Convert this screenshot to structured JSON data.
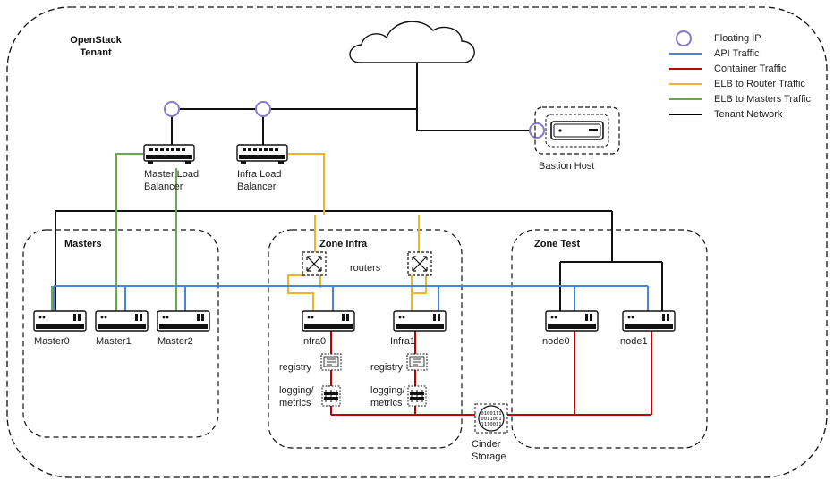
{
  "colors": {
    "api": "#4a86d8",
    "container": "#c00000",
    "elb_router": "#f0b429",
    "elb_masters": "#6aa84f",
    "tenant": "#000000",
    "floating_ip": "#8878c8"
  },
  "tenant": {
    "title_line1": "OpenStack",
    "title_line2": "Tenant"
  },
  "legend": {
    "items": [
      {
        "label": "Floating IP",
        "kind": "circle"
      },
      {
        "label": "API Traffic",
        "kind": "api"
      },
      {
        "label": "Container Traffic",
        "kind": "container"
      },
      {
        "label": "ELB to Router Traffic",
        "kind": "elb_router"
      },
      {
        "label": "ELB to Masters Traffic",
        "kind": "elb_masters"
      },
      {
        "label": "Tenant Network",
        "kind": "tenant"
      }
    ]
  },
  "load_balancers": {
    "master": {
      "line1": "Master Load",
      "line2": "Balancer"
    },
    "infra": {
      "line1": "Infra Load",
      "line2": "Balancer"
    }
  },
  "bastion": {
    "label": "Bastion Host"
  },
  "zones": {
    "masters": {
      "title": "Masters",
      "nodes": [
        "Master0",
        "Master1",
        "Master2"
      ]
    },
    "infra": {
      "title": "Zone Infra",
      "routers_label": "routers",
      "nodes": [
        "Infra0",
        "Infra1"
      ],
      "registry_label": "registry",
      "logging_line1": "logging/",
      "logging_line2": "metrics"
    },
    "test": {
      "title": "Zone Test",
      "nodes": [
        "node0",
        "node1"
      ]
    }
  },
  "cinder": {
    "line1": "Cinder",
    "line2": "Storage",
    "disk_text": "010011100110011110011"
  }
}
